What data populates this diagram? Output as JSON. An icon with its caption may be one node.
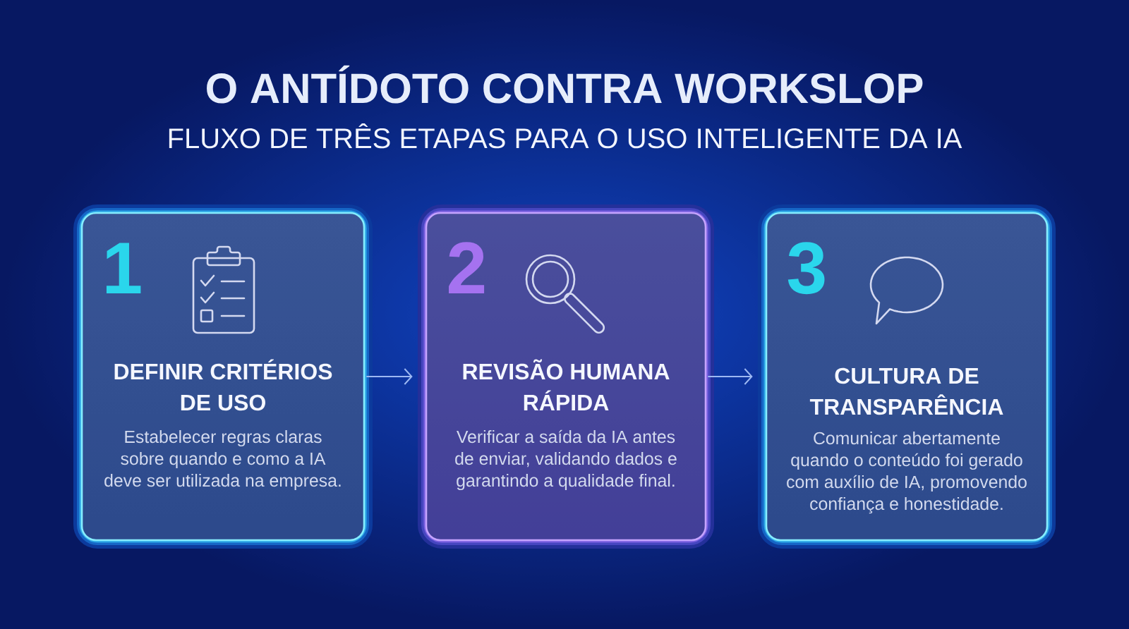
{
  "diagram": {
    "title": "O ANTÍDOTO CONTRA WORKSLOP",
    "nodes": [
      {
        "text": [
          "1",
          "DEFINIR CRITÉRIOS DE USO",
          "Estabelecer regras claras sobre quando e como a IA deve ser utilizada na empresa."
        ]
      },
      {
        "text": [
          "2",
          "REVISÃO HUMANA RÁPIDA",
          "Verificar a saída da IA antes de enviar, validando dados e garantindo a qualidade final."
        ]
      },
      {
        "text": [
          "3",
          "CULTURA DE TRANSPARÊNCIA",
          "Comunicar abertamente quando o conteúdo foi gerado com auxílio de IA, promovendo confiança e honestidade."
        ]
      }
    ],
    "edges": [
      {
        "from": 0,
        "to": 1,
        "arrow": "to"
      },
      {
        "from": 1,
        "to": 2,
        "arrow": "to"
      }
    ],
    "labels": [
      "FLUXO DE TRÊS ETAPAS PARA O USO INTELIGENTE DA IA"
    ]
  }
}
